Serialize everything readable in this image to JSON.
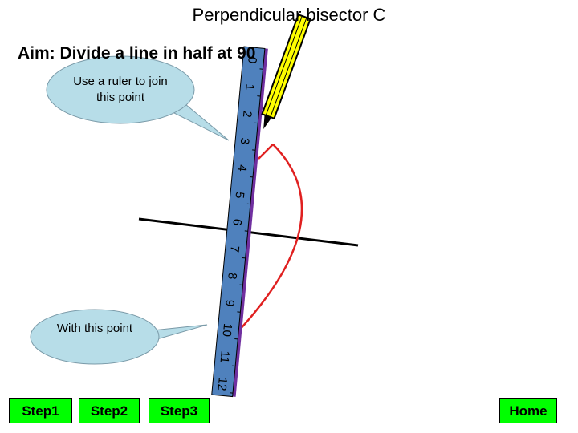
{
  "title": "Perpendicular bisector C",
  "aim": "Aim: Divide a line in half at 90",
  "callouts": {
    "top": "Use a ruler to join this point",
    "bottom": "With this point"
  },
  "ruler": {
    "numbers": [
      "0",
      "1",
      "2",
      "3",
      "4",
      "5",
      "6",
      "7",
      "8",
      "9",
      "10",
      "11",
      "12"
    ]
  },
  "buttons": {
    "step1": "Step1",
    "step2": "Step2",
    "step3": "Step3",
    "home": "Home"
  },
  "colors": {
    "button": "#00ff00",
    "ruler": "#4f81bd",
    "callout": "#b7dde8",
    "arc": "#e02020",
    "pencil": "#ffff00"
  }
}
